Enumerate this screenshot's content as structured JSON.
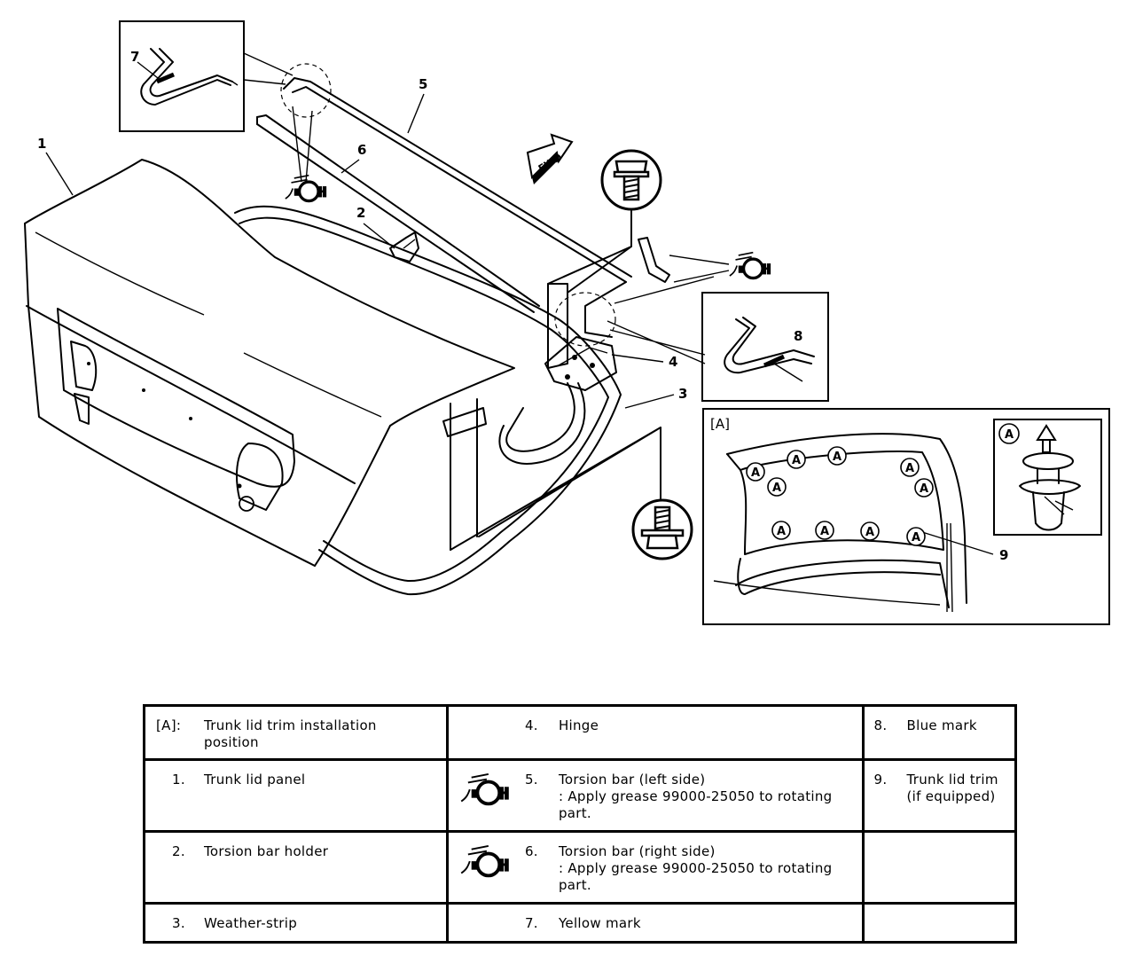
{
  "callouts": [
    "1",
    "2",
    "3",
    "4",
    "5",
    "6",
    "7",
    "8",
    "9"
  ],
  "fwd_label": "FWD",
  "grease_letter": "E",
  "inset": {
    "label": "[A]",
    "clip_letter": "A"
  },
  "legend": {
    "rows": [
      [
        {
          "label": "[A]:",
          "text": [
            "Trunk lid trim installation",
            "position"
          ]
        },
        {
          "label": "4.",
          "text": [
            "Hinge"
          ]
        },
        {
          "label": "8.",
          "text": [
            "Blue mark"
          ]
        }
      ],
      [
        {
          "label": "1.",
          "text": [
            "Trunk lid panel"
          ]
        },
        {
          "label": "5.",
          "icon": "grease-e-icon",
          "text": [
            "Torsion bar (left side)",
            ": Apply grease 99000-25050 to rotating",
            "part."
          ]
        },
        {
          "label": "9.",
          "text": [
            "Trunk lid trim",
            "(if equipped)"
          ]
        }
      ],
      [
        {
          "label": "2.",
          "text": [
            "Torsion bar holder"
          ]
        },
        {
          "label": "6.",
          "icon": "grease-e-icon",
          "text": [
            "Torsion bar (right side)",
            ": Apply grease 99000-25050 to rotating",
            "part."
          ]
        },
        {
          "label": "",
          "text": []
        }
      ],
      [
        {
          "label": "3.",
          "text": [
            "Weather-strip"
          ]
        },
        {
          "label": "7.",
          "text": [
            "Yellow mark"
          ]
        },
        {
          "label": "",
          "text": []
        }
      ]
    ]
  }
}
